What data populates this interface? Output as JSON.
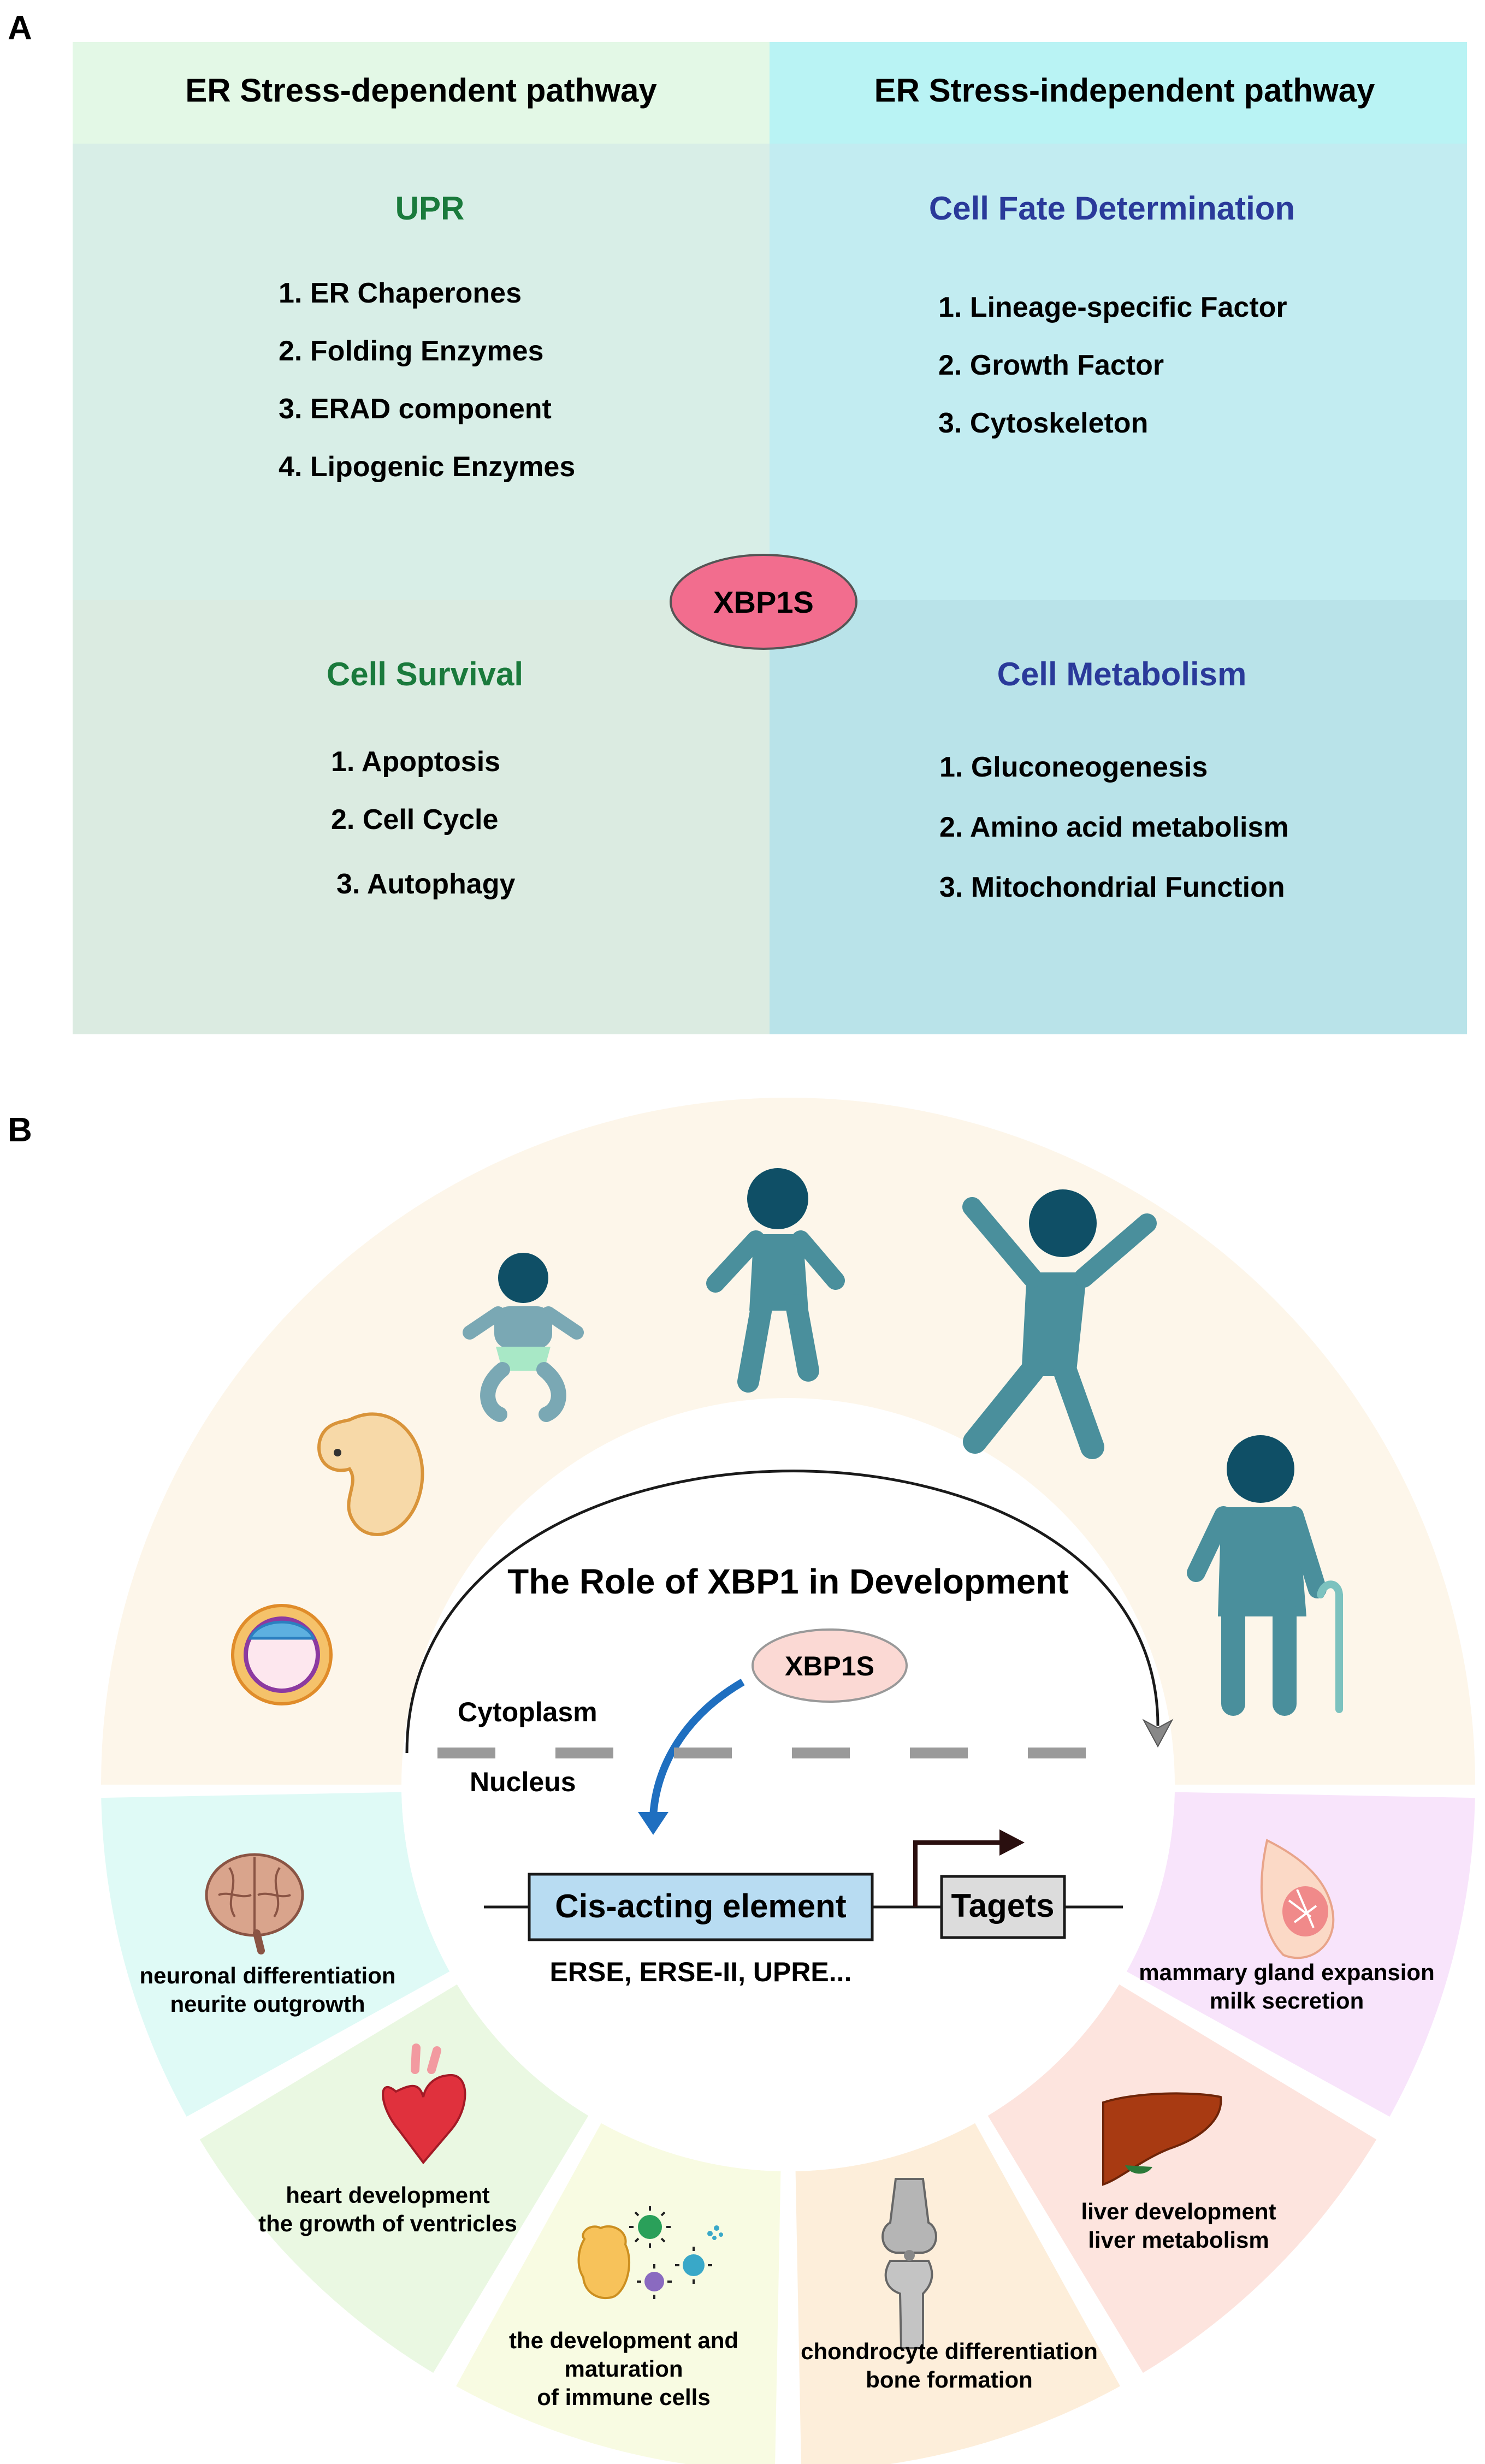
{
  "panel_a": {
    "letter": "A",
    "left_header": "ER Stress-dependent pathway",
    "right_header": "ER Stress-independent pathway",
    "center": "XBP1S",
    "upr": {
      "title": "UPR",
      "items": [
        "1. ER Chaperones",
        "2. Folding Enzymes",
        "3. ERAD component",
        "4. Lipogenic Enzymes"
      ]
    },
    "fate": {
      "title": "Cell Fate Determination",
      "items": [
        "1. Lineage-specific Factor",
        "2. Growth Factor",
        "3. Cytoskeleton"
      ]
    },
    "survival": {
      "title": "Cell Survival",
      "items": [
        "1. Apoptosis",
        "2. Cell Cycle",
        "3. Autophagy"
      ]
    },
    "metabolism": {
      "title": "Cell Metabolism",
      "items": [
        "1. Gluconeogenesis",
        "2. Amino acid metabolism",
        "3. Mitochondrial Function"
      ]
    },
    "colors": {
      "left_header_bg": "#e3f8e6",
      "right_header_bg": "#b9f3f4",
      "upr_bg": "#d8eee7",
      "fate_bg": "#c2ecf1",
      "survival_bg": "#dbebe1",
      "metabolism_bg": "#b9e3e9",
      "green_title": "#1a7a3c",
      "blue_title": "#2a3a9a",
      "center_fill": "#f26d8e"
    }
  },
  "panel_b": {
    "letter": "B",
    "title": "The Role of XBP1 in Development",
    "xbp1s": "XBP1S",
    "cytoplasm": "Cytoplasm",
    "nucleus": "Nucleus",
    "cis_element": "Cis-acting element",
    "targets": "Tagets",
    "elements": "ERSE, ERSE-II, UPRE...",
    "segments": [
      {
        "line1": "neuronal differentiation",
        "line2": "neurite outgrowth",
        "icon": "brain-icon",
        "color": "#dffaf6"
      },
      {
        "line1": "heart development",
        "line2": "the growth of ventricles",
        "icon": "heart-icon",
        "color": "#eaf8e2"
      },
      {
        "line1": "the development and",
        "line2": "maturation",
        "line3": "of immune cells",
        "icon": "immune-cells-icon",
        "color": "#f8fbe2"
      },
      {
        "line1": "chondrocyte differentiation",
        "line2": "bone formation",
        "icon": "knee-joint-icon",
        "color": "#fdeeda"
      },
      {
        "line1": "liver development",
        "line2": "liver metabolism",
        "icon": "liver-icon",
        "color": "#fde4de"
      },
      {
        "line1": "mammary gland expansion",
        "line2": "milk secretion",
        "icon": "mammary-gland-icon",
        "color": "#f8e4fb"
      }
    ],
    "colors": {
      "upper_arc": "#fdf6ea",
      "figure": "#4a8f9c",
      "head": "#0f4f66",
      "xbp1s_fill": "#fbd9d4",
      "cis_fill": "#b8dcf2",
      "targets_fill": "#dcdcdc",
      "arrow_blue": "#1f6fc0"
    }
  }
}
